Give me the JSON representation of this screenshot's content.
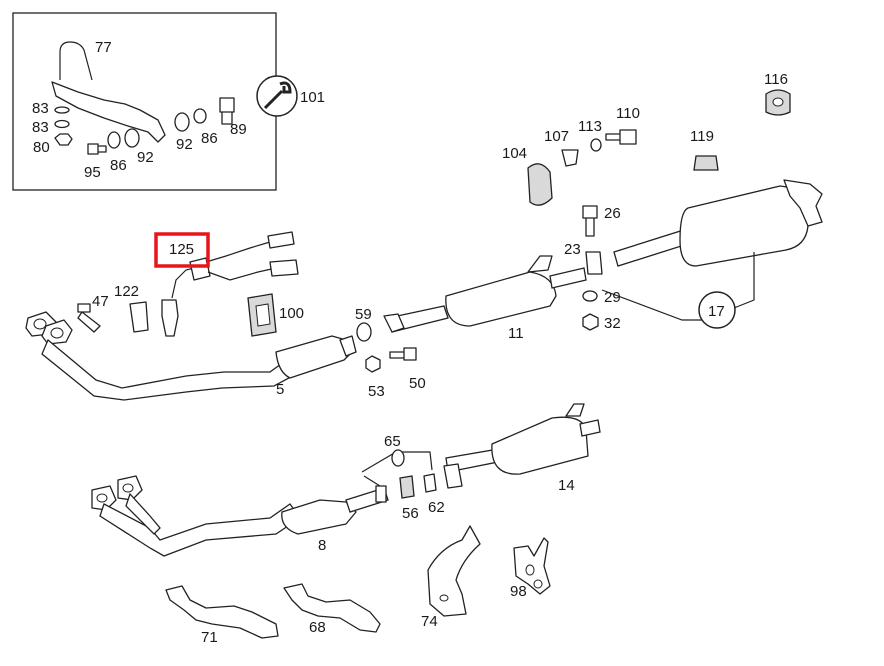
{
  "colors": {
    "ink": "#222222",
    "highlight": "#e8141b",
    "background": "#ffffff"
  },
  "callouts": {
    "c77": "77",
    "c101": "101",
    "c83a": "83",
    "c83b": "83",
    "c80": "80",
    "c95": "95",
    "c86a": "86",
    "c92a": "92",
    "c92b": "92",
    "c86b": "86",
    "c89": "89",
    "c116": "116",
    "c110": "110",
    "c113": "113",
    "c107": "107",
    "c104": "104",
    "c119": "119",
    "c26": "26",
    "c23": "23",
    "c29": "29",
    "c32": "32",
    "c17": "17",
    "c125": "125",
    "c122": "122",
    "c47": "47",
    "c100": "100",
    "c59": "59",
    "c11": "11",
    "c5": "5",
    "c53": "53",
    "c50": "50",
    "c65": "65",
    "c14": "14",
    "c56": "56",
    "c62": "62",
    "c8": "8",
    "c71": "71",
    "c68": "68",
    "c74": "74",
    "c98": "98"
  },
  "highlighted_part": "125"
}
